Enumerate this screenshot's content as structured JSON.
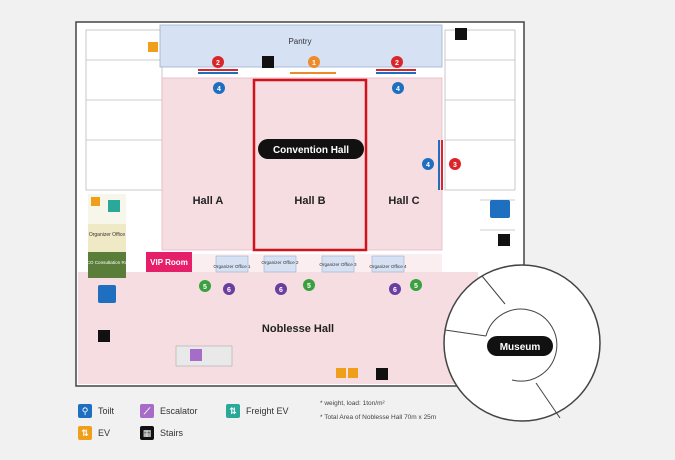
{
  "map": {
    "rooms": {
      "pantry": "Pantry",
      "hall_a": "Hall A",
      "hall_b": "Hall B",
      "hall_c": "Hall C",
      "convention_hall": "Convention Hall",
      "noblesse_hall": "Noblesse Hall",
      "vip_room": "VIP Room",
      "museum": "Museum",
      "organizer_office": "Organizer Office",
      "adco_room": "ADCO Consultation Room",
      "organizer_office_1": "Organizer Office 1",
      "organizer_office_2": "Organizer Office 2",
      "organizer_office_3": "Organizer Office 3",
      "organizer_office_4": "Organizer Office 4"
    },
    "markers": {
      "m1": "1",
      "m2": "2",
      "m3": "3",
      "m4": "4",
      "m5": "5",
      "m6": "6"
    },
    "colors": {
      "hall": "#f5dde2",
      "pantry": "#d6e2f3",
      "highlight": "#d2121b",
      "red": "#d9262b",
      "orange": "#ef8a2a",
      "blue": "#1f6fc1",
      "green": "#3aa040",
      "purple": "#6b3fa0",
      "vip": "#e61f6a",
      "office": "#d6e2f3",
      "office_alt": "#efe9c5",
      "adco": "#5b7d3a"
    }
  },
  "legend": {
    "toilet": "Toilt",
    "ev": "EV",
    "escalator": "Escalator",
    "stairs": "Stairs",
    "freight_ev": "Freight EV"
  },
  "notes": {
    "weight_load": "* weight, load: 1ton/m²",
    "total_area": "* Total Area of Noblesse Hall 70m x 25m"
  }
}
